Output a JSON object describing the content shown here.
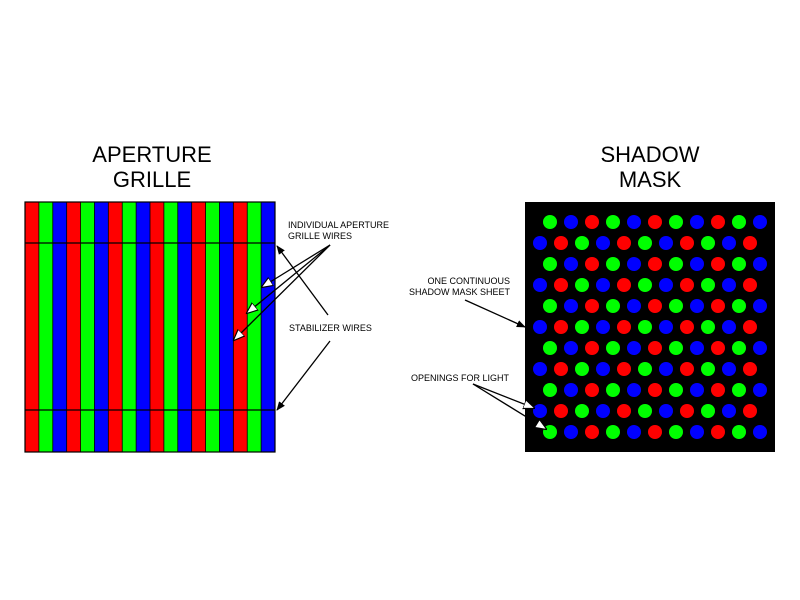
{
  "aperture_grille": {
    "title_lines": [
      "APERTURE",
      "GRILLE"
    ],
    "stripe_pattern": [
      "red",
      "green",
      "blue"
    ],
    "labels": {
      "wires": [
        "INDIVIDUAL APERTURE",
        "GRILLE WIRES"
      ],
      "stabilizer": "STABILIZER WIRES"
    }
  },
  "shadow_mask": {
    "title_lines": [
      "SHADOW",
      "MASK"
    ],
    "labels": {
      "sheet": [
        "ONE CONTINUOUS",
        "SHADOW MASK SHEET"
      ],
      "openings": "OPENINGS FOR LIGHT"
    },
    "dot_rows": [
      [
        "green",
        "blue",
        "red",
        "green",
        "blue",
        "red",
        "green",
        "blue",
        "red",
        "green",
        "blue"
      ],
      [
        "blue",
        "red",
        "green",
        "blue",
        "red",
        "green",
        "blue",
        "red",
        "green",
        "blue",
        "red"
      ],
      [
        "green",
        "blue",
        "red",
        "green",
        "blue",
        "red",
        "green",
        "blue",
        "red",
        "green",
        "blue"
      ],
      [
        "blue",
        "red",
        "green",
        "blue",
        "red",
        "green",
        "blue",
        "red",
        "green",
        "blue",
        "red"
      ],
      [
        "green",
        "blue",
        "red",
        "green",
        "blue",
        "red",
        "green",
        "blue",
        "red",
        "green",
        "blue"
      ],
      [
        "blue",
        "red",
        "green",
        "blue",
        "red",
        "green",
        "blue",
        "red",
        "green",
        "blue",
        "red"
      ],
      [
        "green",
        "blue",
        "red",
        "green",
        "blue",
        "red",
        "green",
        "blue",
        "red",
        "green",
        "blue"
      ],
      [
        "blue",
        "red",
        "green",
        "blue",
        "red",
        "green",
        "blue",
        "red",
        "green",
        "blue",
        "red"
      ],
      [
        "green",
        "blue",
        "red",
        "green",
        "blue",
        "red",
        "green",
        "blue",
        "red",
        "green",
        "blue"
      ],
      [
        "blue",
        "red",
        "green",
        "blue",
        "red",
        "green",
        "blue",
        "red",
        "green",
        "blue",
        "red"
      ],
      [
        "green",
        "blue",
        "red",
        "green",
        "blue",
        "red",
        "green",
        "blue",
        "red",
        "green",
        "blue"
      ]
    ]
  },
  "colors": {
    "red": "#ff0000",
    "green": "#00ff00",
    "blue": "#0000ff",
    "mask_background": "#000000",
    "outline": "#000000"
  }
}
